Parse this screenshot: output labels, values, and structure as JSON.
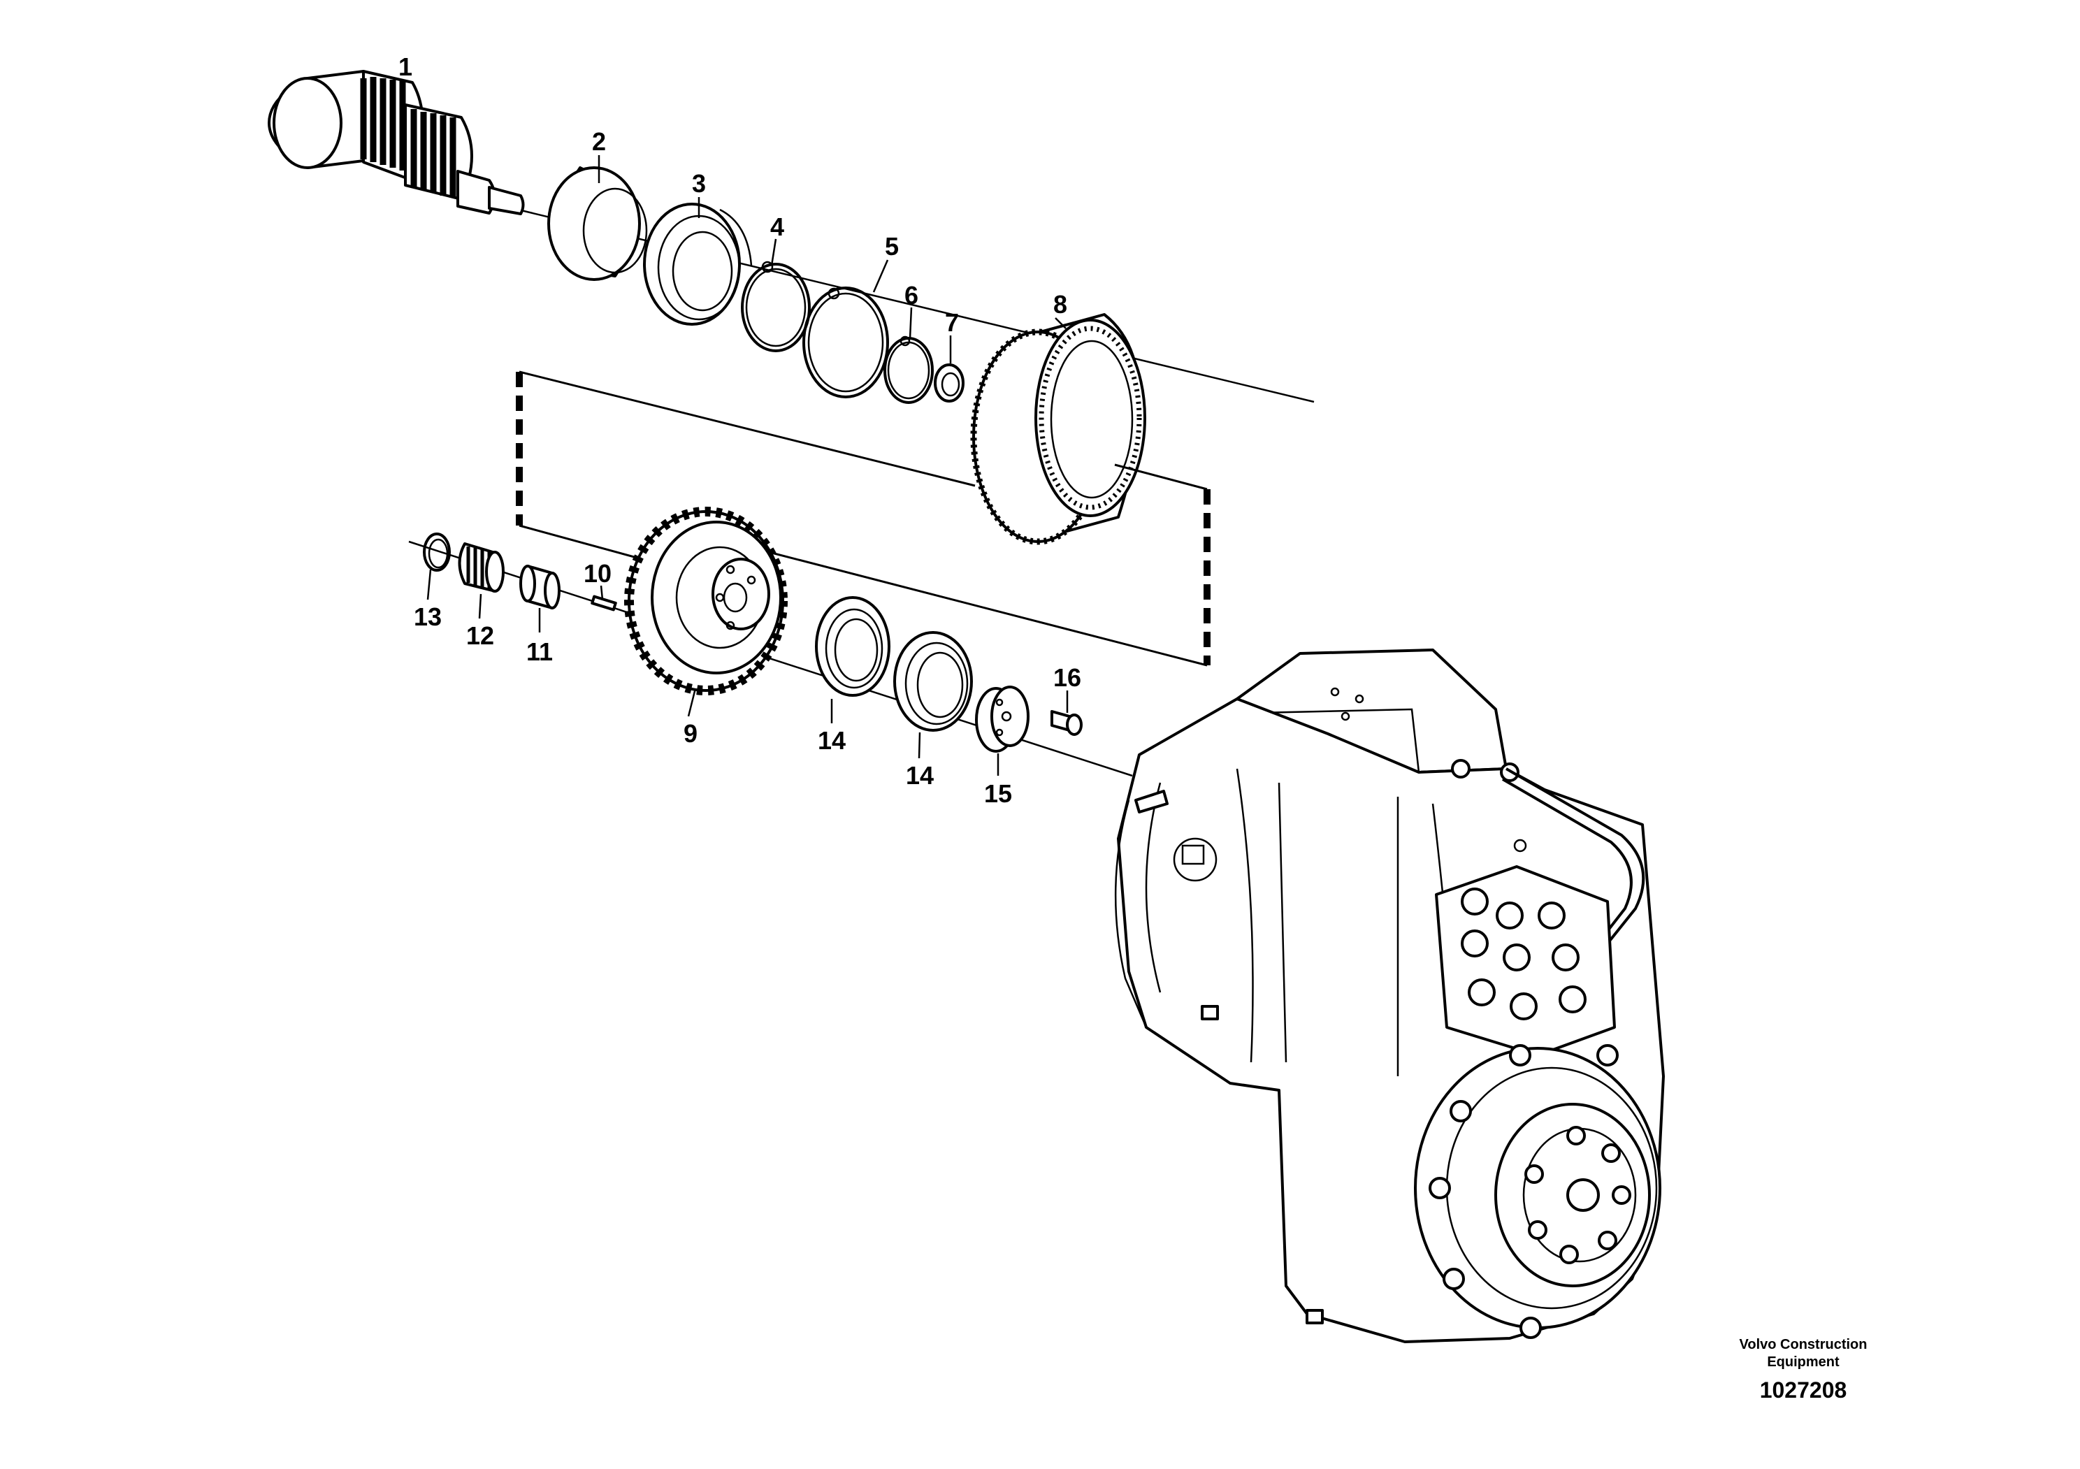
{
  "diagram": {
    "callouts": [
      {
        "id": "1",
        "label": "1"
      },
      {
        "id": "2",
        "label": "2"
      },
      {
        "id": "3",
        "label": "3"
      },
      {
        "id": "4",
        "label": "4"
      },
      {
        "id": "5",
        "label": "5"
      },
      {
        "id": "6",
        "label": "6"
      },
      {
        "id": "7",
        "label": "7"
      },
      {
        "id": "8",
        "label": "8"
      },
      {
        "id": "9",
        "label": "9"
      },
      {
        "id": "10",
        "label": "10"
      },
      {
        "id": "11",
        "label": "11"
      },
      {
        "id": "12",
        "label": "12"
      },
      {
        "id": "13",
        "label": "13"
      },
      {
        "id": "14a",
        "label": "14"
      },
      {
        "id": "14b",
        "label": "14"
      },
      {
        "id": "15",
        "label": "15"
      },
      {
        "id": "16",
        "label": "16"
      }
    ],
    "footer": {
      "brand_line1": "Volvo Construction",
      "brand_line2": "Equipment",
      "drawing_number": "1027208"
    }
  }
}
